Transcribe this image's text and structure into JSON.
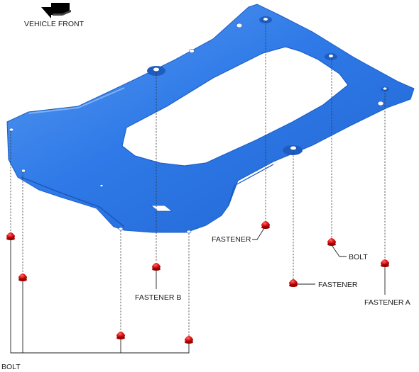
{
  "labels": {
    "vehicle_front": "VEHICLE FRONT",
    "fastener_top": "FASTENER",
    "bolt_right": "BOLT",
    "fastener_mid": "FASTENER",
    "fastener_a": "FASTENER A",
    "fastener_b": "FASTENER B",
    "bolt_bottom": "BOLT"
  },
  "colors": {
    "panel_fill": "#2f7ae8",
    "panel_edge": "#1d5fc9",
    "panel_highlight": "#6aa6f2",
    "fastener_red": "#e01414",
    "fastener_dark": "#8a0000",
    "text": "#1a1a1a"
  },
  "icons": {
    "direction_arrow": "arrow-pointing-vehicle-front"
  }
}
